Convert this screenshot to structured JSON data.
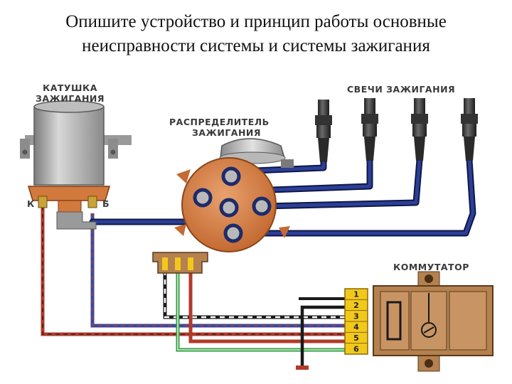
{
  "title": {
    "line1": "Опишите устройство и принцип работы основные",
    "line2": "неисправности системы и системы зажигания"
  },
  "labels": {
    "coil_line1": "КАТУШКА",
    "coil_line2": "ЗАЖИГАНИЯ",
    "distributor_line1": "РАСПРЕДЕЛИТЕЛЬ",
    "distributor_line2": "ЗАЖИГАНИЯ",
    "spark_plugs": "СВЕЧИ ЗАЖИГАНИЯ",
    "switch_unit": "КОММУТАТОР",
    "terminal_k": "К",
    "terminal_b": "Б"
  },
  "switch_pins": [
    "1",
    "2",
    "3",
    "4",
    "5",
    "6"
  ],
  "colors": {
    "hv_wire": "#1c2a6e",
    "coil_body": "#a8a8a8",
    "orange_part": "#d2793e",
    "commutator": "#b4814f",
    "connector_pins": "#f2c81c",
    "wire_red": "#b23a2a",
    "wire_green": "#2f9e3e",
    "wire_blue": "#3a4a9c"
  }
}
